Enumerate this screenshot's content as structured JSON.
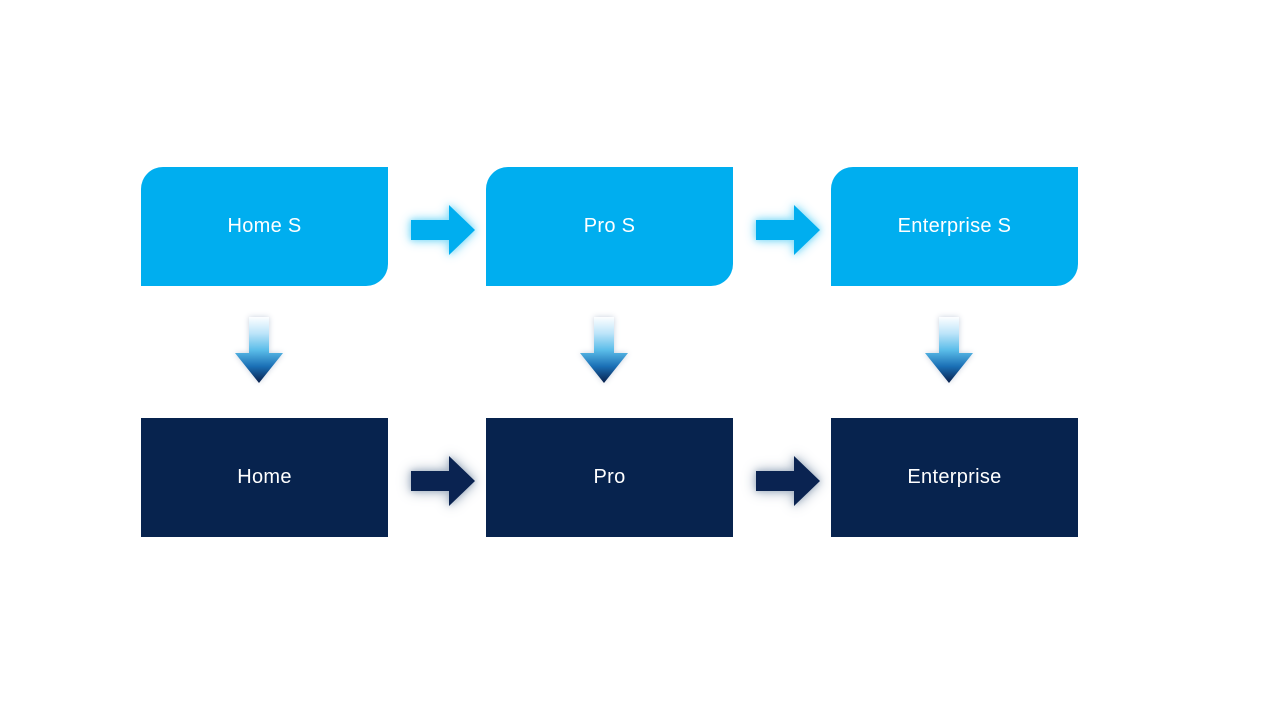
{
  "colors": {
    "background": "#FFFFFF",
    "top_box": "#00AEEF",
    "bottom_box": "#07234E",
    "box_text": "#FFFFFF",
    "top_arrow": "#00AEEF",
    "top_arrow_glow": "#8FDFF9",
    "bottom_arrow": "#0A2351",
    "bottom_arrow_glow": "#A9B6C6",
    "down_grad_0": "#FDFEFF",
    "down_grad_1": "#BCE4F9",
    "down_grad_2": "#5BBDE9",
    "down_grad_3": "#1A6FB5",
    "down_grad_4": "#081F4B"
  },
  "diagram": {
    "columns": [
      {
        "top_label": "Home S",
        "bottom_label": "Home"
      },
      {
        "top_label": "Pro S",
        "bottom_label": "Pro"
      },
      {
        "top_label": "Enterprise S",
        "bottom_label": "Enterprise"
      }
    ],
    "icons": {
      "right_arrow": "right-arrow-icon",
      "down_arrow": "down-arrow-icon"
    }
  }
}
